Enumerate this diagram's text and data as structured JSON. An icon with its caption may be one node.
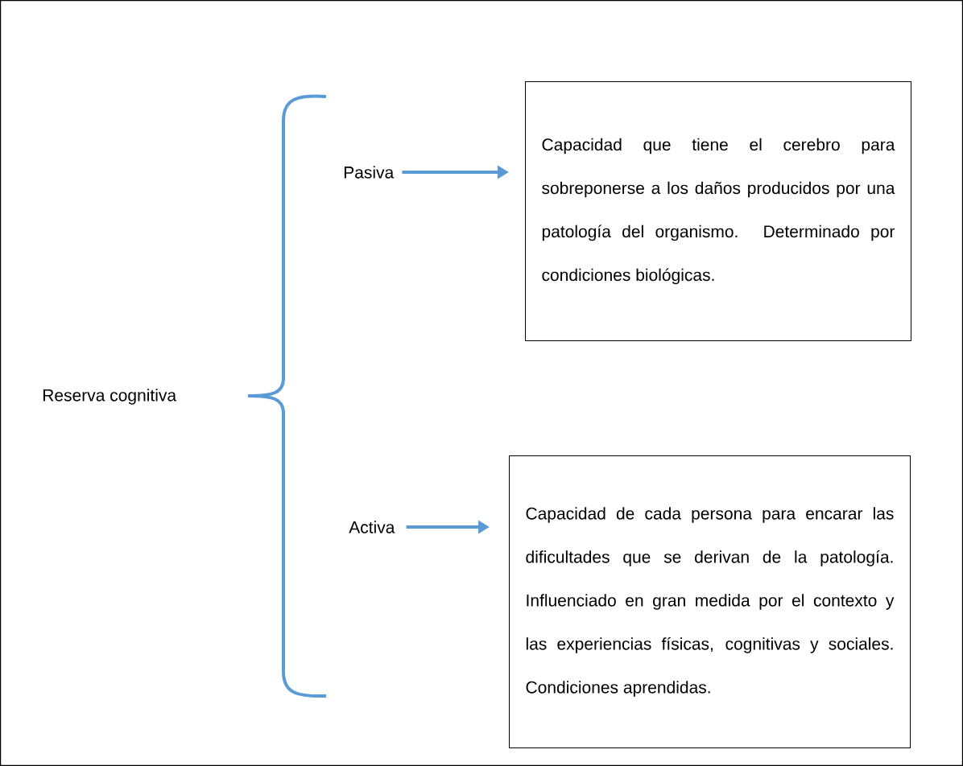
{
  "diagram": {
    "nodes": [
      {
        "text": [
          "Reserva cognitiva"
        ]
      },
      {
        "text": [
          "Pasiva"
        ]
      },
      {
        "text": [
          "Capacidad que tiene el cerebro para sobreponerse a los daños producidos por una patología del organismo. Determinado por condiciones biológicas."
        ]
      },
      {
        "text": [
          "Activa"
        ]
      },
      {
        "text": [
          "Capacidad de cada persona para encarar las dificultades que se derivan de la patología. Influenciado en gran medida por el contexto y las experiencias físicas, cognitivas y sociales. Condiciones aprendidas."
        ]
      }
    ],
    "edges": [
      {
        "from": 1,
        "to": 2,
        "arrow": "to"
      },
      {
        "from": 3,
        "to": 4,
        "arrow": "to"
      }
    ]
  }
}
